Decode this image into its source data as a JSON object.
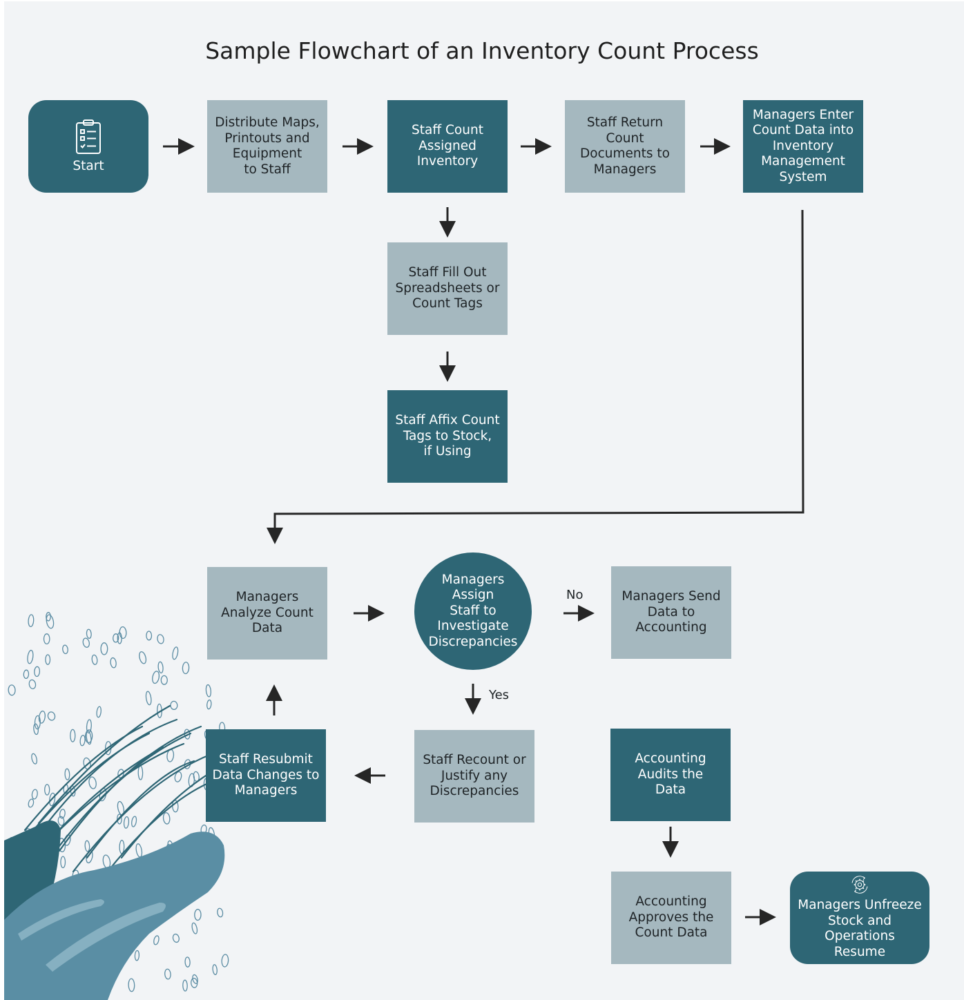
{
  "title": "Sample Flowchart of an Inventory Count Process",
  "colors": {
    "dark_node": "#2e6675",
    "light_node": "#a5b8bf",
    "background": "#f2f4f6",
    "accent_blue": "#5b8ca3"
  },
  "nodes": {
    "start": {
      "label": "Start",
      "icon": "clipboard-checklist-icon"
    },
    "distribute": {
      "lines": [
        "Distribute Maps,",
        "Printouts and",
        "Equipment",
        "to Staff"
      ]
    },
    "count_assigned": {
      "lines": [
        "Staff Count",
        "Assigned",
        "Inventory"
      ]
    },
    "return_docs": {
      "lines": [
        "Staff Return",
        "Count",
        "Documents to",
        "Managers"
      ]
    },
    "enter_data": {
      "lines": [
        "Managers Enter",
        "Count Data into",
        "Inventory",
        "Management",
        "System"
      ]
    },
    "fill_out": {
      "lines": [
        "Staff Fill Out",
        "Spreadsheets or",
        "Count Tags"
      ]
    },
    "affix_tags": {
      "lines": [
        "Staff Affix Count",
        "Tags to Stock,",
        "if Using"
      ]
    },
    "analyze": {
      "lines": [
        "Managers",
        "Analyze Count",
        "Data"
      ]
    },
    "investigate": {
      "lines": [
        "Managers",
        "Assign",
        "Staff to",
        "Investigate",
        "Discrepancies"
      ]
    },
    "send_accounting": {
      "lines": [
        "Managers Send",
        "Data to",
        "Accounting"
      ]
    },
    "resubmit": {
      "lines": [
        "Staff Resubmit",
        "Data Changes to",
        "Managers"
      ]
    },
    "recount": {
      "lines": [
        "Staff Recount or",
        "Justify any",
        "Discrepancies"
      ]
    },
    "audit": {
      "lines": [
        "Accounting",
        "Audits the",
        "Data"
      ]
    },
    "approve": {
      "lines": [
        "Accounting",
        "Approves the",
        "Count Data"
      ]
    },
    "unfreeze": {
      "lines": [
        "Managers Unfreeze",
        "Stock and Operations",
        "Resume"
      ],
      "icon": "gear-cycle-icon"
    }
  },
  "edge_labels": {
    "no": "No",
    "yes": "Yes"
  }
}
